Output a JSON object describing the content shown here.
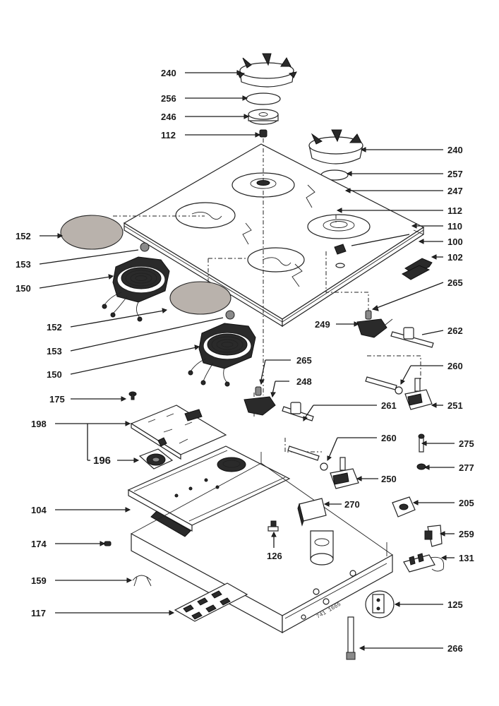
{
  "diagram": {
    "drawing_code": "741 1665",
    "callouts": [
      {
        "id": "c240a",
        "label": "240"
      },
      {
        "id": "c256",
        "label": "256"
      },
      {
        "id": "c246",
        "label": "246"
      },
      {
        "id": "c112a",
        "label": "112"
      },
      {
        "id": "c240b",
        "label": "240"
      },
      {
        "id": "c257",
        "label": "257"
      },
      {
        "id": "c247",
        "label": "247"
      },
      {
        "id": "c112b",
        "label": "112"
      },
      {
        "id": "c110",
        "label": "110"
      },
      {
        "id": "c100",
        "label": "100"
      },
      {
        "id": "c102",
        "label": "102"
      },
      {
        "id": "c152a",
        "label": "152"
      },
      {
        "id": "c153a",
        "label": "153"
      },
      {
        "id": "c150a",
        "label": "150"
      },
      {
        "id": "c152b",
        "label": "152"
      },
      {
        "id": "c153b",
        "label": "153"
      },
      {
        "id": "c150b",
        "label": "150"
      },
      {
        "id": "c265a",
        "label": "265"
      },
      {
        "id": "c249",
        "label": "249"
      },
      {
        "id": "c262",
        "label": "262"
      },
      {
        "id": "c265b",
        "label": "265"
      },
      {
        "id": "c248",
        "label": "248"
      },
      {
        "id": "c260a",
        "label": "260"
      },
      {
        "id": "c251",
        "label": "251"
      },
      {
        "id": "c175",
        "label": "175"
      },
      {
        "id": "c261",
        "label": "261"
      },
      {
        "id": "c198",
        "label": "198"
      },
      {
        "id": "c260b",
        "label": "260"
      },
      {
        "id": "c275",
        "label": "275"
      },
      {
        "id": "c196",
        "label": "196"
      },
      {
        "id": "c277",
        "label": "277"
      },
      {
        "id": "c250",
        "label": "250"
      },
      {
        "id": "c104",
        "label": "104"
      },
      {
        "id": "c270",
        "label": "270"
      },
      {
        "id": "c205",
        "label": "205"
      },
      {
        "id": "c174",
        "label": "174"
      },
      {
        "id": "c126",
        "label": "126"
      },
      {
        "id": "c259",
        "label": "259"
      },
      {
        "id": "c131",
        "label": "131"
      },
      {
        "id": "c159",
        "label": "159"
      },
      {
        "id": "c125",
        "label": "125"
      },
      {
        "id": "c117",
        "label": "117"
      },
      {
        "id": "c266",
        "label": "266"
      }
    ]
  }
}
